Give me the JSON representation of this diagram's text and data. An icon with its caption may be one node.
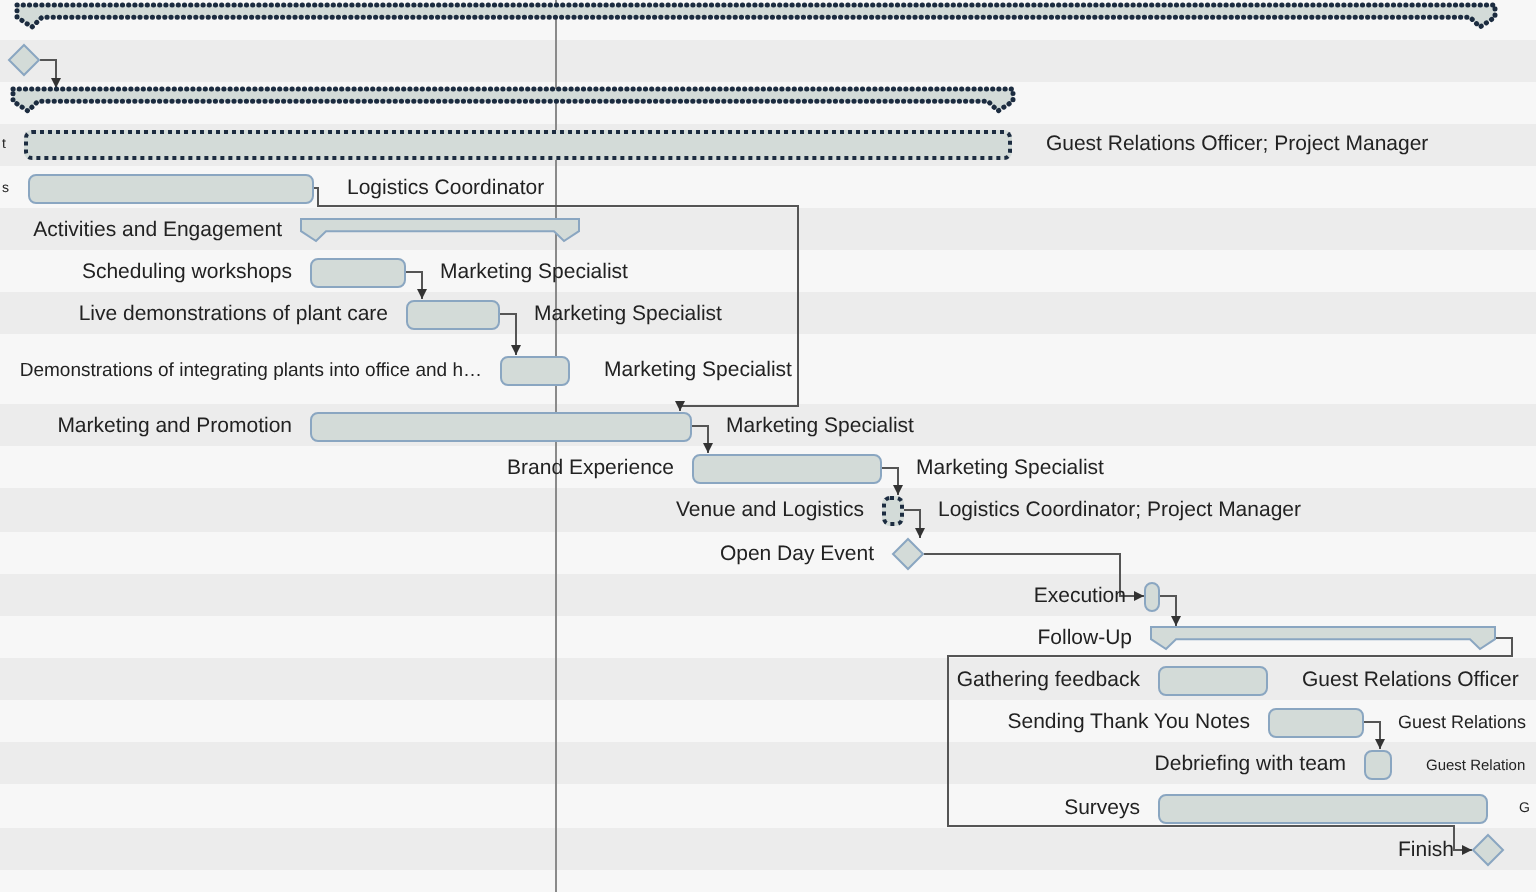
{
  "diagram": {
    "nodes": [
      {
        "text": [],
        "shape": "bar"
      },
      {
        "text": [],
        "shape": "diamond"
      },
      {
        "text": [],
        "shape": "bar"
      },
      {
        "text": [
          "t",
          "Guest Relations Officer; Project Manager"
        ]
      },
      {
        "text": [
          "s",
          "Logistics Coordinator"
        ]
      },
      {
        "text": [
          "Activities and Engagement"
        ]
      },
      {
        "text": [
          "Scheduling workshops",
          "Marketing Specialist"
        ]
      },
      {
        "text": [
          "Live demonstrations of plant care",
          "Marketing Specialist"
        ]
      },
      {
        "text": [
          "Demonstrations of integrating plants into office and h…",
          "Marketing Specialist"
        ]
      },
      {
        "text": [
          "Marketing and Promotion",
          "Marketing Specialist"
        ]
      },
      {
        "text": [
          "Brand Experience",
          "Marketing Specialist"
        ]
      },
      {
        "text": [
          "Venue and Logistics",
          "Logistics Coordinator; Project Manager"
        ]
      },
      {
        "text": [
          "Open Day Event"
        ]
      },
      {
        "text": [
          "Execution"
        ]
      },
      {
        "text": [
          "Follow-Up"
        ]
      },
      {
        "text": [
          "Gathering feedback",
          "Guest Relations Officer"
        ]
      },
      {
        "text": [
          "Sending Thank You Notes",
          "Guest Relations"
        ]
      },
      {
        "text": [
          "Debriefing with team",
          "Guest Relation"
        ]
      },
      {
        "text": [
          "Surveys",
          "G"
        ]
      },
      {
        "text": [
          "Finish"
        ]
      }
    ],
    "edges": [
      {
        "from": 1,
        "to": 2,
        "arrow": "to"
      },
      {
        "from": 4,
        "to": 9,
        "arrow": "to"
      },
      {
        "from": 6,
        "to": 7,
        "arrow": "to"
      },
      {
        "from": 7,
        "to": 8,
        "arrow": "to"
      },
      {
        "from": 9,
        "to": 10,
        "arrow": "to"
      },
      {
        "from": 10,
        "to": 11,
        "arrow": "to"
      },
      {
        "from": 11,
        "to": 12,
        "arrow": "to"
      },
      {
        "from": 12,
        "to": 13,
        "arrow": "to"
      },
      {
        "from": 13,
        "to": 14,
        "arrow": "to"
      },
      {
        "from": 16,
        "to": 17,
        "arrow": "to"
      },
      {
        "from": 14,
        "to": 19,
        "arrow": "to"
      }
    ]
  }
}
